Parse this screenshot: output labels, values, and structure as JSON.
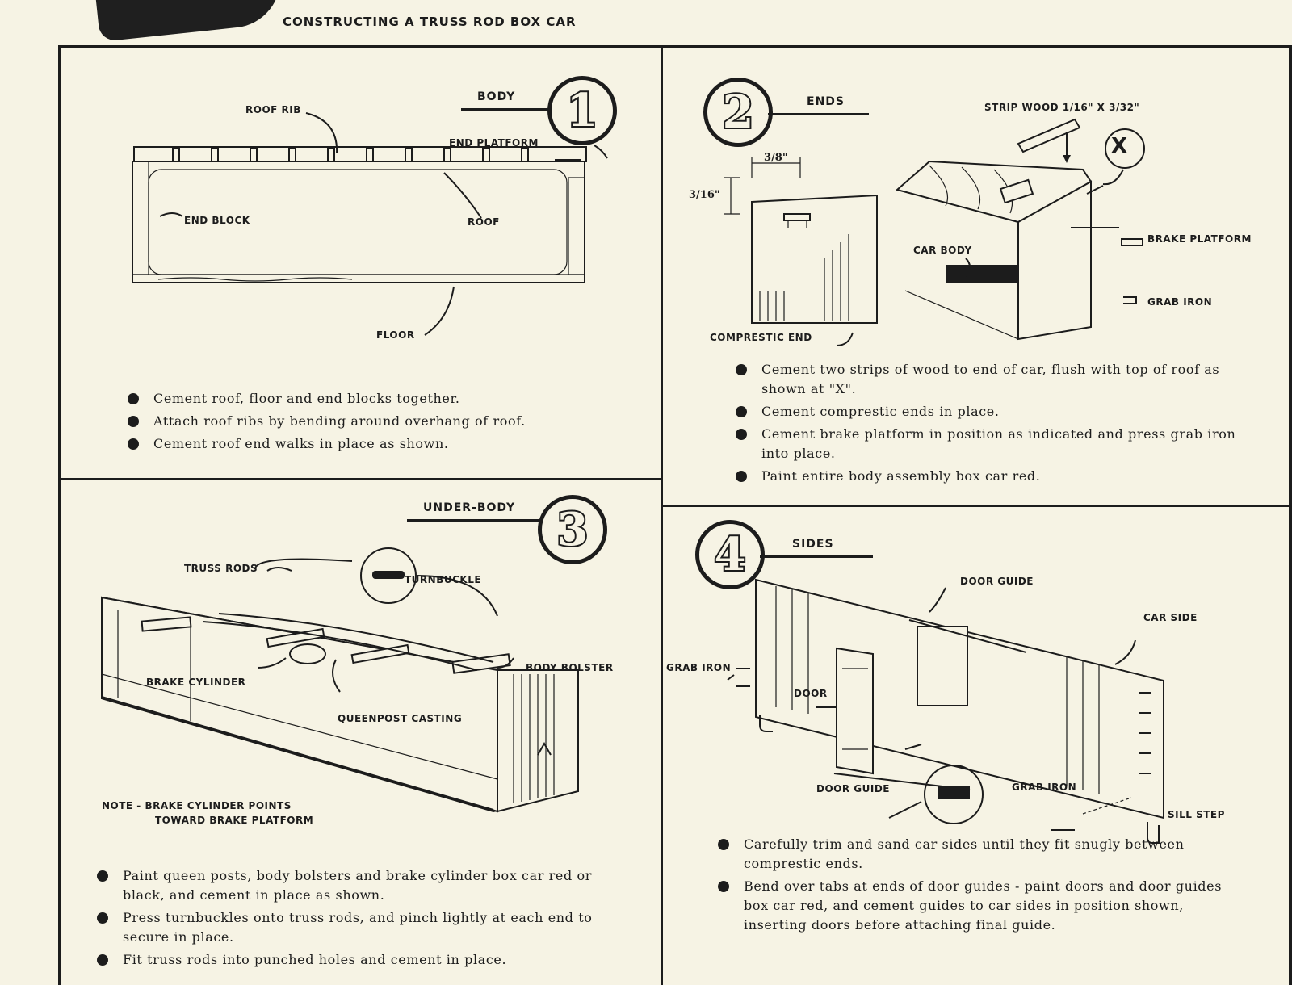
{
  "title": "CONSTRUCTING A TRUSS ROD BOX CAR",
  "panels": {
    "body": {
      "number": "1",
      "heading": "BODY",
      "labels": {
        "roof_rib": "ROOF RIB",
        "end_platform": "END PLATFORM",
        "end_block": "END BLOCK",
        "roof": "ROOF",
        "floor": "FLOOR"
      },
      "steps": [
        "Cement roof, floor and end blocks together.",
        "Attach roof ribs by bending around overhang of roof.",
        "Cement roof end walks in place as shown."
      ]
    },
    "ends": {
      "number": "2",
      "heading": "ENDS",
      "labels": {
        "strip_wood": "STRIP WOOD 1/16\" X 3/32\"",
        "x_mark": "X",
        "dim_width": "3/8\"",
        "dim_height": "3/16\"",
        "car_body": "CAR BODY",
        "brake_platform": "BRAKE PLATFORM",
        "grab_iron": "GRAB IRON",
        "comprestic_end": "COMPRESTIC END"
      },
      "steps": [
        "Cement two strips of wood to end of car, flush with top of roof as shown at \"X\".",
        "Cement comprestic ends in place.",
        "Cement brake platform in position as indicated and press grab iron into place.",
        "Paint entire body assembly box car red."
      ]
    },
    "under_body": {
      "number": "3",
      "heading": "UNDER-BODY",
      "labels": {
        "truss_rods": "TRUSS RODS",
        "turnbuckle": "TURNBUCKLE",
        "brake_cylinder": "BRAKE CYLINDER",
        "body_bolster": "BODY BOLSTER",
        "queenpost_casting": "QUEENPOST CASTING",
        "note_line1": "NOTE - BRAKE CYLINDER POINTS",
        "note_line2": "TOWARD BRAKE PLATFORM"
      },
      "steps": [
        "Paint queen posts, body bolsters and brake cylinder box car red or black, and cement in place as shown.",
        "Press turnbuckles onto truss rods, and pinch lightly at each end to secure in place.",
        "Fit truss rods into punched holes and cement in place."
      ]
    },
    "sides": {
      "number": "4",
      "heading": "SIDES",
      "labels": {
        "door_guide_top": "DOOR GUIDE",
        "car_side": "CAR SIDE",
        "grab_iron_left": "GRAB IRON",
        "door": "DOOR",
        "door_guide_bottom": "DOOR GUIDE",
        "grab_iron_right": "GRAB IRON",
        "sill_step": "SILL STEP"
      },
      "steps": [
        "Carefully trim and sand car sides until they fit snugly between comprestic ends.",
        "Bend over tabs at ends of door guides - paint doors and door guides box car red, and cement guides to car sides in position shown, inserting doors before attaching final guide."
      ]
    }
  }
}
